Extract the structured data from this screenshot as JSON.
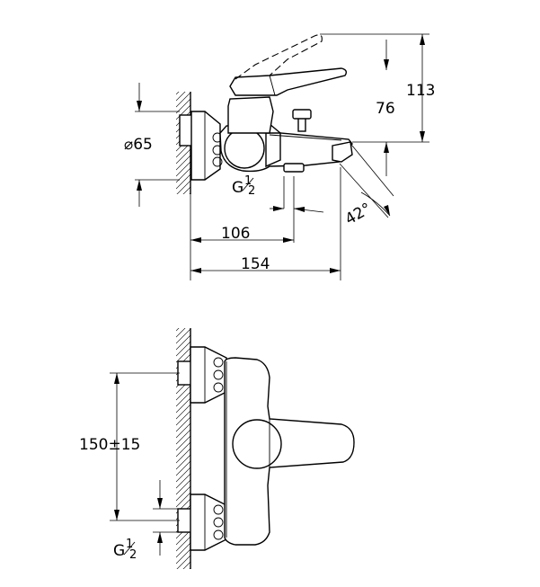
{
  "dimensions": {
    "side_view": {
      "diameter": "⌀65",
      "height_total": "113",
      "height_spout": "76",
      "depth_outlet": "106",
      "depth_total": "154",
      "thread": "G",
      "thread_fraction_num": "1",
      "thread_fraction_den": "2",
      "spout_angle": "42°"
    },
    "front_view": {
      "center_distance": "150±15",
      "thread": "G",
      "thread_fraction_num": "1",
      "thread_fraction_den": "2"
    }
  }
}
